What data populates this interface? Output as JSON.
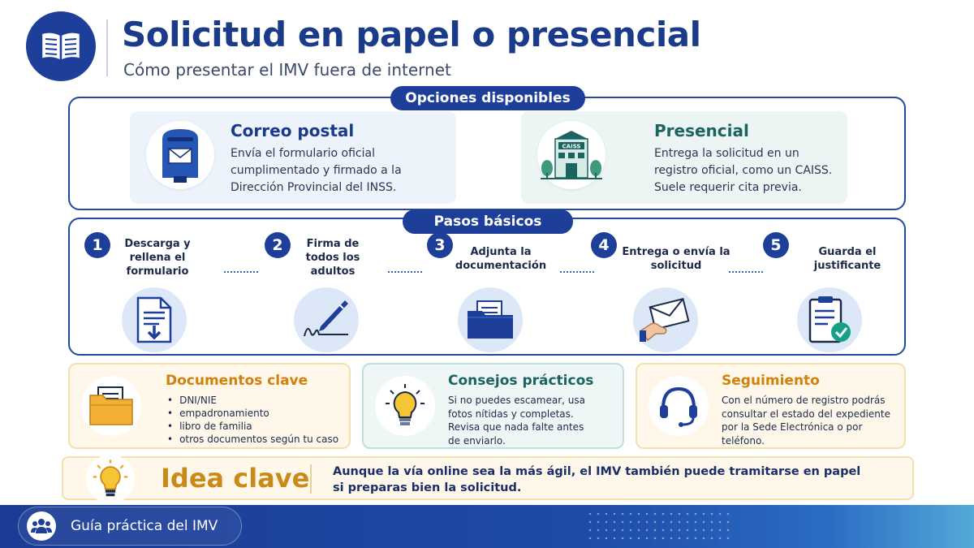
{
  "header": {
    "title": "Solicitud en papel o presencial",
    "subtitle": "Cómo presentar el IMV fuera de internet",
    "icon": "open-book-icon"
  },
  "options": {
    "label": "Opciones disponibles",
    "items": [
      {
        "title": "Correo postal",
        "text": "Envía el formulario oficial cumplimentado y firmado a la Dirección Provincial del INSS.",
        "icon": "mailbox-icon"
      },
      {
        "title": "Presencial",
        "text": "Entrega la solicitud en un registro oficial, como un CAISS. Suele requerir cita previa.",
        "icon": "office-building-icon",
        "building_sign": "CAISS"
      }
    ]
  },
  "steps": {
    "label": "Pasos básicos",
    "items": [
      {
        "number": "1",
        "label": "Descarga y rellena el formulario",
        "icon": "document-download-icon"
      },
      {
        "number": "2",
        "label": "Firma de todos los adultos",
        "icon": "pen-signature-icon"
      },
      {
        "number": "3",
        "label": "Adjunta la documentación",
        "icon": "folder-documents-icon"
      },
      {
        "number": "4",
        "label": "Entrega o envía la solicitud",
        "icon": "hand-envelope-icon"
      },
      {
        "number": "5",
        "label": "Guarda el justificante",
        "icon": "clipboard-check-icon"
      }
    ]
  },
  "cards": {
    "documents": {
      "title": "Documentos clave",
      "items": [
        "DNI/NIE",
        "empadronamiento",
        "libro de familia",
        "otros documentos según tu caso"
      ],
      "icon": "folder-icon"
    },
    "tips": {
      "title": "Consejos prácticos",
      "text": "Si no puedes escamear, usa fotos nítidas y completas. Revisa que nada falte antes de enviarlo.",
      "icon": "lightbulb-icon"
    },
    "tracking": {
      "title": "Seguimiento",
      "text": "Con el número de registro podrás consultar el estado del expediente por la Sede Electrónica o por teléfono.",
      "icon": "headset-icon"
    }
  },
  "key_idea": {
    "title": "Idea clave",
    "line1": "Aunque la vía online sea la más ágil, el IMV también puede tramitarse en papel",
    "line2": "si preparas bien la solicitud.",
    "icon": "lightbulb-icon"
  },
  "footer": {
    "label": "Guía práctica del IMV",
    "icon": "people-group-icon"
  },
  "colors": {
    "primary": "#1d3f9a",
    "title": "#1a3a8a",
    "green": "#1b6460",
    "orange": "#c98a1a",
    "orange_title": "#d0810e"
  }
}
